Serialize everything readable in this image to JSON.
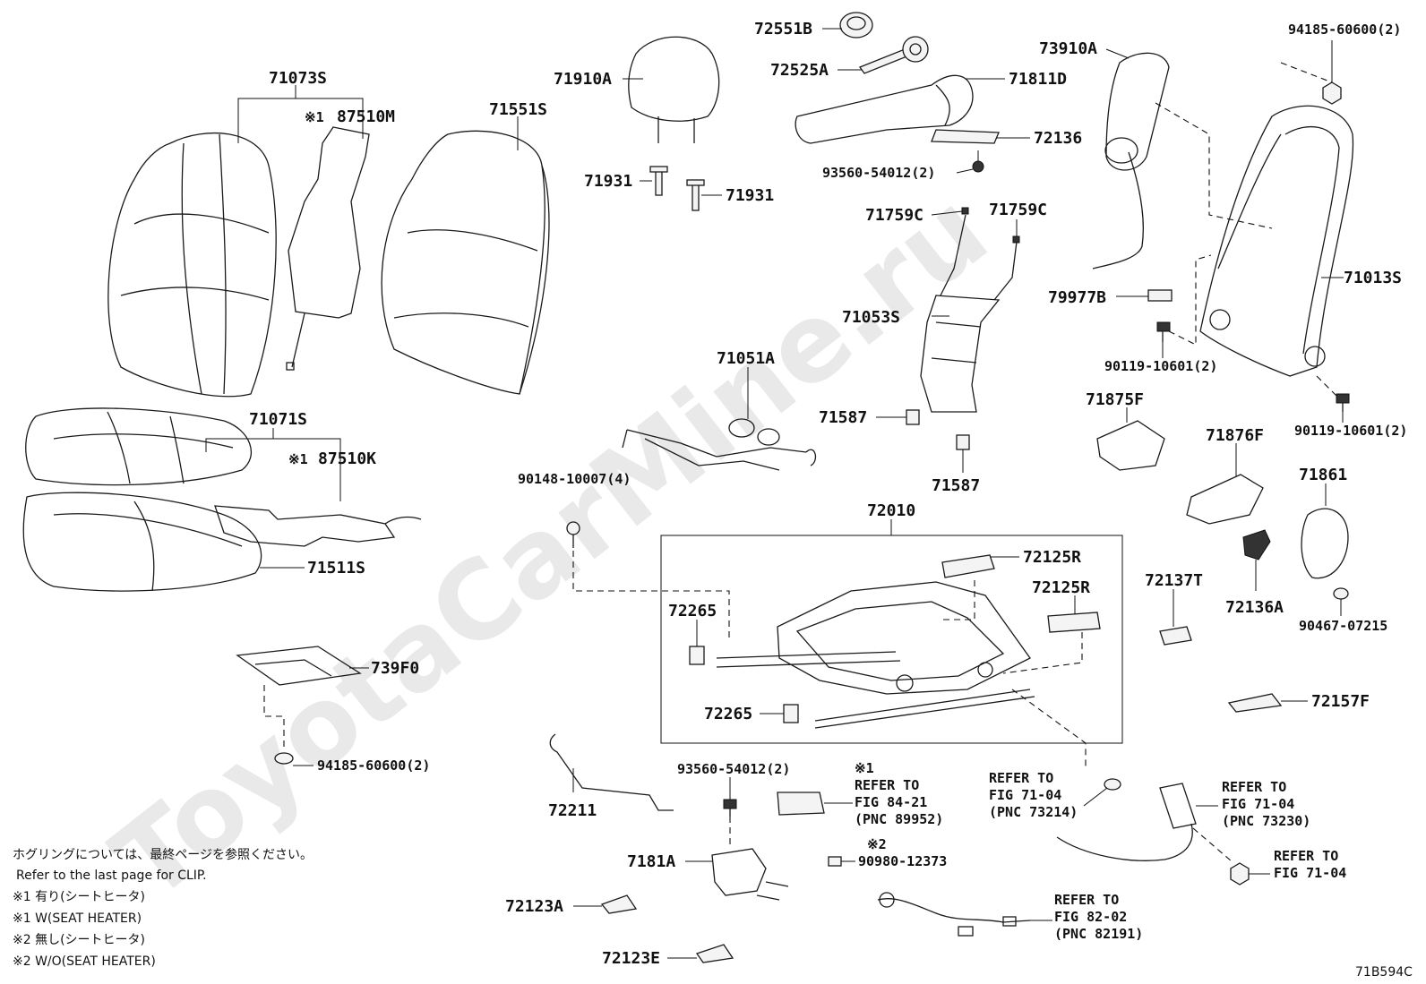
{
  "watermark": "ToyotaCarMine.ru",
  "figure_code": "71B594C",
  "labels": {
    "p71073S": "71073S",
    "p87510M": "87510M",
    "p87510M_mark": "※1",
    "p71551S": "71551S",
    "p71910A": "71910A",
    "p71931a": "71931",
    "p71931b": "71931",
    "p72551B": "72551B",
    "p72525A": "72525A",
    "p71811D": "71811D",
    "p72136": "72136",
    "p93560top": "93560-54012(2)",
    "p73910A": "73910A",
    "p94185top": "94185-60600(2)",
    "p71759C_a": "71759C",
    "p71759C_b": "71759C",
    "p71053S": "71053S",
    "p79977B": "79977B",
    "p71013S": "71013S",
    "p90119a": "90119-10601(2)",
    "p90119b": "90119-10601(2)",
    "p71071S": "71071S",
    "p87510K": "87510K",
    "p87510K_mark": "※1",
    "p71511S": "71511S",
    "p71051A": "71051A",
    "p71587a": "71587",
    "p71587b": "71587",
    "p71875F": "71875F",
    "p71876F": "71876F",
    "p71861": "71861",
    "p90148": "90148-10007(4)",
    "p72010": "72010",
    "p72125Ra": "72125R",
    "p72125Rb": "72125R",
    "p72265a": "72265",
    "p72265b": "72265",
    "p72137T": "72137T",
    "p72136A": "72136A",
    "p90467": "90467-07215",
    "p72157F": "72157F",
    "p739F0": "739F0",
    "p94185bot": "94185-60600(2)",
    "p72211": "72211",
    "p93560bot": "93560-54012(2)",
    "p7181A": "7181A",
    "p72123A": "72123A",
    "p72123E": "72123E",
    "p90980": "90980-12373",
    "p90980_mark": "※2"
  },
  "refers": {
    "r1": {
      "mark": "※1",
      "l1": "REFER TO",
      "l2": "FIG 84-21",
      "l3": "(PNC 89952)"
    },
    "r2": {
      "l1": "REFER TO",
      "l2": "FIG 71-04",
      "l3": "(PNC 73214)"
    },
    "r3": {
      "l1": "REFER TO",
      "l2": "FIG 71-04",
      "l3": "(PNC 73230)"
    },
    "r4": {
      "l1": "REFER TO",
      "l2": "FIG 71-04"
    },
    "r5": {
      "l1": "REFER TO",
      "l2": "FIG 82-02",
      "l3": "(PNC 82191)"
    }
  },
  "notes": [
    "ホグリングについては、最終ページを参照ください。",
    "Refer to the last page for CLIP.",
    "※1 有り(シートヒータ)",
    "※1 W(SEAT HEATER)",
    "※2 無し(シートヒータ)",
    "※2 W/O(SEAT HEATER)"
  ]
}
